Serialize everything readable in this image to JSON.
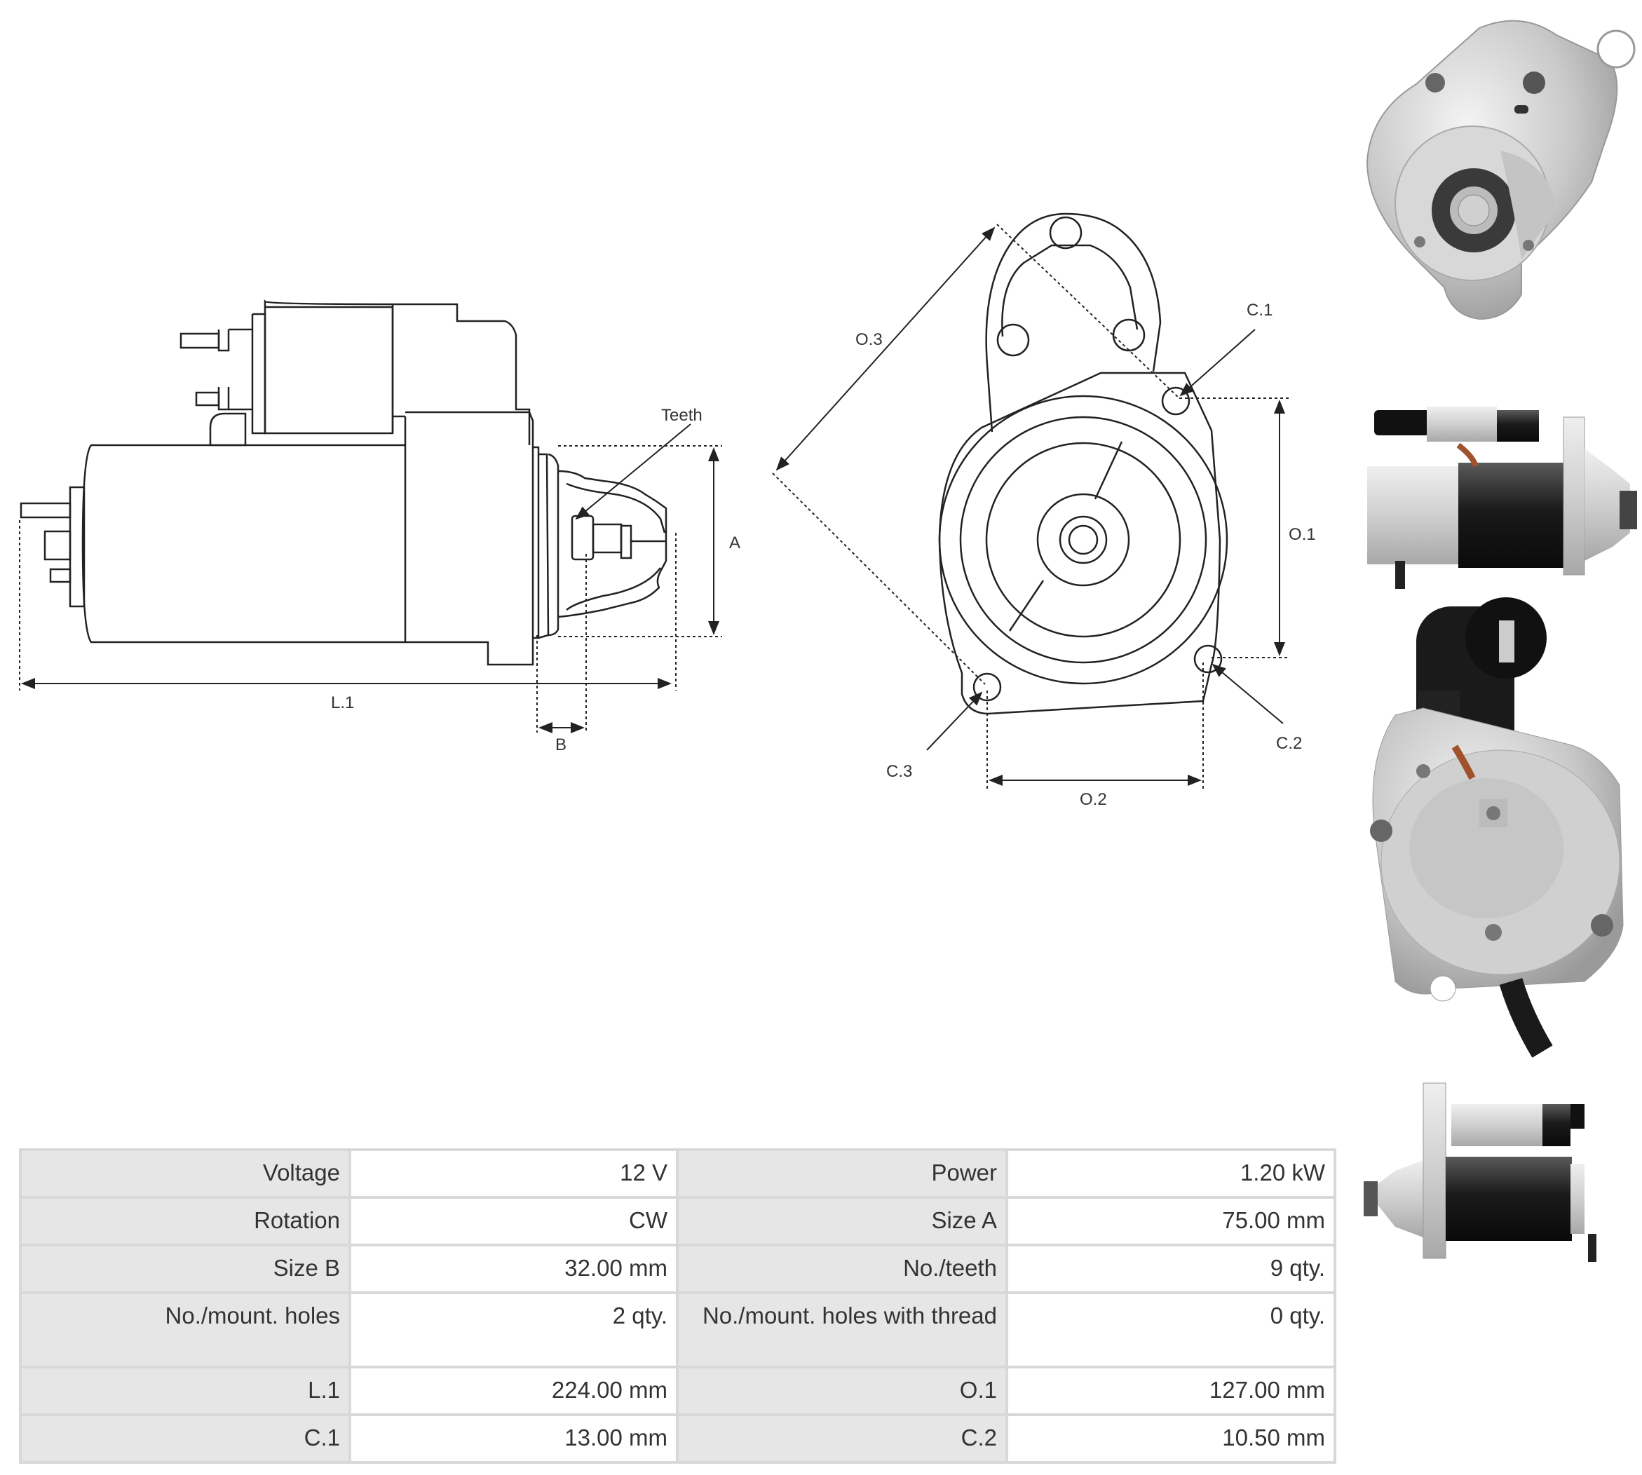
{
  "labels": {
    "teeth": "Teeth",
    "a": "A",
    "l1": "L.1",
    "b": "B",
    "o3": "O.3",
    "c1": "C.1",
    "o1": "O.1",
    "c2": "C.2",
    "c3": "C.3",
    "o2": "O.2"
  },
  "specs": [
    [
      {
        "k": "Voltage",
        "v": "12 V"
      },
      {
        "k": "Power",
        "v": "1.20 kW"
      }
    ],
    [
      {
        "k": "Rotation",
        "v": "CW"
      },
      {
        "k": "Size A",
        "v": "75.00 mm"
      }
    ],
    [
      {
        "k": "Size B",
        "v": "32.00 mm"
      },
      {
        "k": "No./teeth",
        "v": "9 qty."
      }
    ],
    [
      {
        "k": "No./mount. holes",
        "v": "2 qty."
      },
      {
        "k": "No./mount. holes with thread",
        "v": "0 qty."
      }
    ],
    [
      {
        "k": "L.1",
        "v": "224.00 mm"
      },
      {
        "k": "O.1",
        "v": "127.00 mm"
      }
    ],
    [
      {
        "k": "C.1",
        "v": "13.00 mm"
      },
      {
        "k": "C.2",
        "v": "10.50 mm"
      }
    ]
  ]
}
